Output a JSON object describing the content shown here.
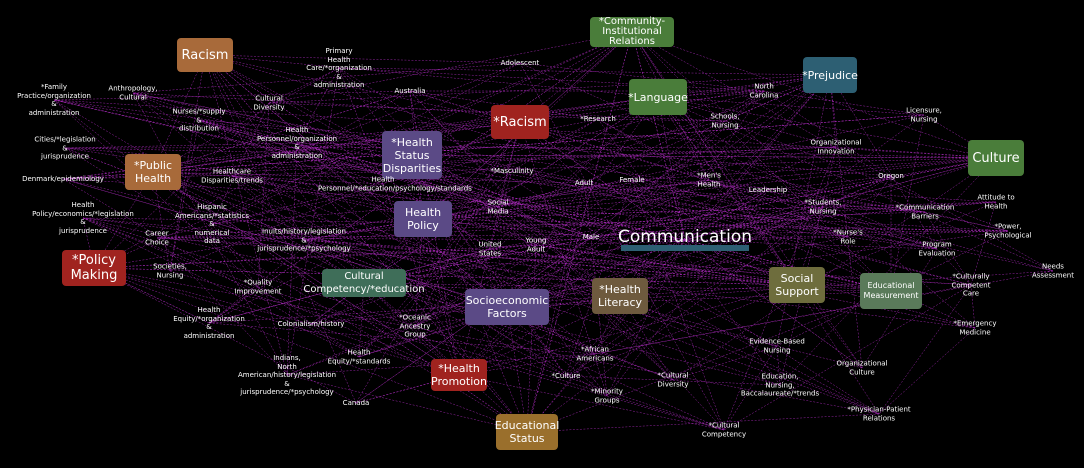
{
  "colors": {
    "edge": "#b02cc2",
    "racism_brown": "#a86a3a",
    "green": "#4a7d3a",
    "teal": "#2d5f73",
    "red": "#a0231f",
    "purple": "#5b4a86",
    "olive": "#6e6d3d",
    "gold": "#9a6f2c"
  },
  "nodes": [
    {
      "id": "racism",
      "label": "Racism",
      "style": "box",
      "color": "#a86a3a",
      "size": "lvl1"
    },
    {
      "id": "community",
      "label": "*Community-Institutional\nRelations",
      "style": "box",
      "color": "#4a7d3a",
      "size": "lvl3wide"
    },
    {
      "id": "prejudice",
      "label": "*Prejudice",
      "style": "box",
      "color": "#2d5f73",
      "size": "lvl2"
    },
    {
      "id": "language",
      "label": "*Language",
      "style": "box",
      "color": "#4a7d3a",
      "size": "lvl2"
    },
    {
      "id": "racism2",
      "label": "*Racism",
      "style": "box",
      "color": "#a0231f",
      "size": "lvl1"
    },
    {
      "id": "hsd",
      "label": "*Health\nStatus\nDisparities",
      "style": "box",
      "color": "#5b4a86",
      "size": "lvl2"
    },
    {
      "id": "culture",
      "label": "Culture",
      "style": "box",
      "color": "#4a7d3a",
      "size": "lvl1"
    },
    {
      "id": "publichealth",
      "label": "*Public\nHealth",
      "style": "box",
      "color": "#a86a3a",
      "size": "lvl2"
    },
    {
      "id": "healthpolicy",
      "label": "Health\nPolicy",
      "style": "box",
      "color": "#5b4a86",
      "size": "lvl2"
    },
    {
      "id": "communication",
      "label": "Communication",
      "style": "big",
      "color": "#2d5f73",
      "size": "big"
    },
    {
      "id": "policymaking",
      "label": "*Policy\nMaking",
      "style": "box",
      "color": "#a0231f",
      "size": "lvl1"
    },
    {
      "id": "cultcomp",
      "label": "Cultural\nCompetency/*education",
      "style": "box",
      "color": "#3f6e59",
      "size": "lvl2"
    },
    {
      "id": "socioeco",
      "label": "Socioeconomic\nFactors",
      "style": "box",
      "color": "#5b4a86",
      "size": "lvl2"
    },
    {
      "id": "healthlit",
      "label": "*Health\nLiteracy",
      "style": "box",
      "color": "#6e5a3e",
      "size": "lvl2"
    },
    {
      "id": "social",
      "label": "Social\nSupport",
      "style": "box",
      "color": "#6e6d3d",
      "size": "lvl2"
    },
    {
      "id": "edmeas",
      "label": "Educational\nMeasurement",
      "style": "box",
      "color": "#5a7a5a",
      "size": "lvl3"
    },
    {
      "id": "healthpromo",
      "label": "*Health\nPromotion",
      "style": "box",
      "color": "#a0231f",
      "size": "lvl2"
    },
    {
      "id": "edstatus",
      "label": "Educational\nStatus",
      "style": "box",
      "color": "#9a6f2c",
      "size": "lvl2"
    },
    {
      "id": "family",
      "label": "*Family\nPractice/organization\n&\nadministration",
      "style": "plain"
    },
    {
      "id": "anthro",
      "label": "Anthropology,\nCultural",
      "style": "plain"
    },
    {
      "id": "primary",
      "label": "Primary\nHealth\nCare/*organization\n&\nadministration",
      "style": "plain"
    },
    {
      "id": "australia",
      "label": "Australia",
      "style": "plain"
    },
    {
      "id": "adolescent",
      "label": "Adolescent",
      "style": "plain"
    },
    {
      "id": "nc",
      "label": "North\nCarolina",
      "style": "plain"
    },
    {
      "id": "nurses",
      "label": "Nurses/*supply\n&\ndistribution",
      "style": "plain"
    },
    {
      "id": "cultdiv",
      "label": "Cultural\nDiversity",
      "style": "plain"
    },
    {
      "id": "research",
      "label": "*Research",
      "style": "plain"
    },
    {
      "id": "schools",
      "label": "Schools,\nNursing",
      "style": "plain"
    },
    {
      "id": "licensure",
      "label": "Licensure,\nNursing",
      "style": "plain"
    },
    {
      "id": "cities",
      "label": "Cities/*legislation\n&\njurisprudence",
      "style": "plain"
    },
    {
      "id": "hpo",
      "label": "Health\nPersonnel/organization\n&\nadministration",
      "style": "plain"
    },
    {
      "id": "orginnov",
      "label": "Organizational\nInnovation",
      "style": "plain"
    },
    {
      "id": "denmark",
      "label": "Denmark/epidemiology",
      "style": "plain"
    },
    {
      "id": "hcdisp",
      "label": "Healthcare\nDisparities/trends",
      "style": "plain"
    },
    {
      "id": "masc",
      "label": "*Masculinity",
      "style": "plain"
    },
    {
      "id": "adult",
      "label": "Adult",
      "style": "plain"
    },
    {
      "id": "female",
      "label": "Female",
      "style": "plain"
    },
    {
      "id": "menshealth",
      "label": "*Men's\nHealth",
      "style": "plain"
    },
    {
      "id": "leadership",
      "label": "Leadership",
      "style": "plain"
    },
    {
      "id": "oregon",
      "label": "Oregon",
      "style": "plain"
    },
    {
      "id": "hpers2",
      "label": "Health\nPersonnel/*education/psychology/standards",
      "style": "plain"
    },
    {
      "id": "attitude",
      "label": "Attitude to\nHealth",
      "style": "plain"
    },
    {
      "id": "hpolecon",
      "label": "Health\nPolicy/economics/*legislation\n&\njurisprudence",
      "style": "plain"
    },
    {
      "id": "hispanic",
      "label": "Hispanic\nAmericans/*statistics\n&\nnumerical\ndata",
      "style": "plain"
    },
    {
      "id": "socmedia",
      "label": "Social\nMedia",
      "style": "plain"
    },
    {
      "id": "students",
      "label": "*Students,\nNursing",
      "style": "plain"
    },
    {
      "id": "commbarr",
      "label": "*Communication\nBarriers",
      "style": "plain"
    },
    {
      "id": "power",
      "label": "*Power,\nPsychological",
      "style": "plain"
    },
    {
      "id": "career",
      "label": "Career\nChoice",
      "style": "plain"
    },
    {
      "id": "inuits",
      "label": "Inuits/history/legislation\n&\njurisprudence/*psychology",
      "style": "plain"
    },
    {
      "id": "us",
      "label": "United\nStates",
      "style": "plain"
    },
    {
      "id": "youngadult",
      "label": "Young\nAdult",
      "style": "plain"
    },
    {
      "id": "male",
      "label": "Male",
      "style": "plain"
    },
    {
      "id": "nursesrole",
      "label": "*Nurse's\nRole",
      "style": "plain"
    },
    {
      "id": "progeval",
      "label": "Program\nEvaluation",
      "style": "plain"
    },
    {
      "id": "needs",
      "label": "Needs\nAssessment",
      "style": "plain"
    },
    {
      "id": "societies",
      "label": "Societies,\nNursing",
      "style": "plain"
    },
    {
      "id": "quality",
      "label": "*Quality\nImprovement",
      "style": "plain"
    },
    {
      "id": "cultcompcare",
      "label": "*Culturally\nCompetent\nCare",
      "style": "plain"
    },
    {
      "id": "hequity",
      "label": "Health\nEquity/*organization\n&\nadministration",
      "style": "plain"
    },
    {
      "id": "colonialism",
      "label": "Colonialism/history",
      "style": "plain"
    },
    {
      "id": "oceanic",
      "label": "*Oceanic\nAncestry\nGroup",
      "style": "plain"
    },
    {
      "id": "emergency",
      "label": "*Emergency\nMedicine",
      "style": "plain"
    },
    {
      "id": "evidence",
      "label": "Evidence-Based\nNursing",
      "style": "plain"
    },
    {
      "id": "african",
      "label": "*African\nAmericans",
      "style": "plain"
    },
    {
      "id": "orgculture",
      "label": "Organizational\nCulture",
      "style": "plain"
    },
    {
      "id": "indians",
      "label": "Indians,\nNorth\nAmerican/history/legislation\n&\njurisprudence/*psychology",
      "style": "plain"
    },
    {
      "id": "hequitystd",
      "label": "Health\nEquity/*standards",
      "style": "plain"
    },
    {
      "id": "culture2",
      "label": "*Culture",
      "style": "plain"
    },
    {
      "id": "cultdiv2",
      "label": "*Cultural\nDiversity",
      "style": "plain"
    },
    {
      "id": "edbacc",
      "label": "Education,\nNursing,\nBaccalaureate/*trends",
      "style": "plain"
    },
    {
      "id": "minority",
      "label": "*Minority\nGroups",
      "style": "plain"
    },
    {
      "id": "canada",
      "label": "Canada",
      "style": "plain"
    },
    {
      "id": "cultcompetency",
      "label": "*Cultural\nCompetency",
      "style": "plain"
    },
    {
      "id": "physician",
      "label": "*Physician-Patient\nRelations",
      "style": "plain"
    }
  ]
}
